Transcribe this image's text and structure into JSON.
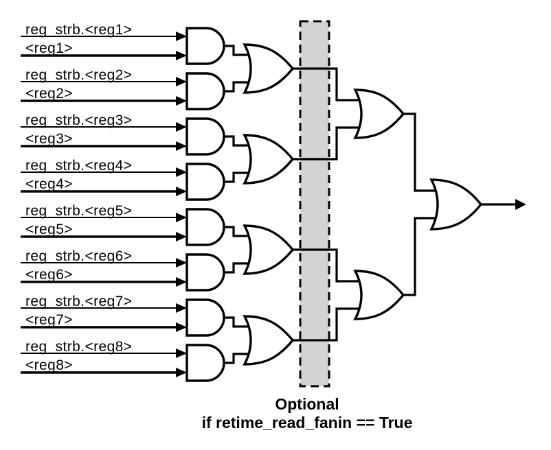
{
  "diagram": {
    "inputs": [
      {
        "strb_label": "reg_strb.<reg1>",
        "reg_label": "<reg1>"
      },
      {
        "strb_label": "reg_strb.<reg2>",
        "reg_label": "<reg2>"
      },
      {
        "strb_label": "reg_strb.<reg3>",
        "reg_label": "<reg3>"
      },
      {
        "strb_label": "reg_strb.<reg4>",
        "reg_label": "<reg4>"
      },
      {
        "strb_label": "reg_strb.<reg5>",
        "reg_label": "<reg5>"
      },
      {
        "strb_label": "reg_strb.<reg6>",
        "reg_label": "<reg6>"
      },
      {
        "strb_label": "reg_strb.<reg7>",
        "reg_label": "<reg7>"
      },
      {
        "strb_label": "reg_strb.<reg8>",
        "reg_label": "<reg8>"
      }
    ],
    "caption": {
      "line1": "Optional",
      "line2": "if retime_read_fanin == True"
    },
    "structure": {
      "and_gates": 8,
      "stage2_or_gates": 4,
      "stage3_or_gates": 2,
      "final_or_gates": 1,
      "optional_register_column": true
    },
    "colors": {
      "line": "#000000",
      "gate_fill": "#ffffff",
      "optional_box_fill": "#d3d3d3",
      "background": "#ffffff"
    }
  }
}
